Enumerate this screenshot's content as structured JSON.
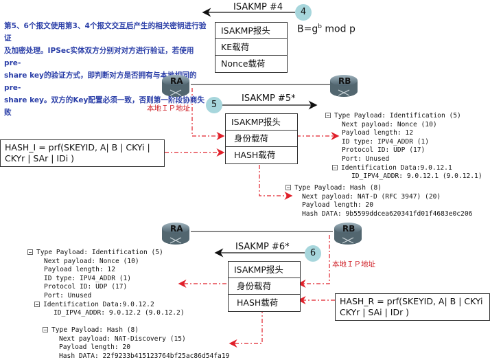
{
  "note": {
    "lines": [
      "第5、6个报文使用第3、4个报文交互后产生的相关密钥进行验证",
      "及加密处理。IPSec实体双方分别对对方进行验证，若使用pre-",
      "share key的验证方式，即判断对方是否拥有与本地相同的pre-",
      "share key。双方的Key配置必须一致，否则第一阶段协商失败"
    ]
  },
  "message4": {
    "label": "ISAKMP #4",
    "step": "4",
    "direction": "left",
    "packet": [
      "ISAKMP报头",
      "KE载荷",
      "Nonce载荷"
    ],
    "formula_base": "B=g",
    "formula_exp": "b",
    "formula_rest": " mod p"
  },
  "routers": {
    "ra": "RA",
    "rb": "RB",
    "local_ip_label": "本地ＩＰ地址"
  },
  "message5": {
    "label": "ISAKMP #5*",
    "step": "5",
    "direction": "right",
    "packet": [
      "ISAKMP报头",
      "身份载荷",
      "HASH载荷"
    ],
    "hash_formula": [
      "HASH_I = prf(SKEYID, A| B | CKYi |",
      "CKYr | SAr | IDi )"
    ],
    "id_payload": {
      "header": "Type Payload: Identification (5)",
      "fields": [
        "Next payload: Nonce (10)",
        "Payload length: 12",
        "ID type: IPV4_ADDR (1)",
        "Protocol ID: UDP (17)",
        "Port: Unused"
      ],
      "sub_header": "Identification Data:9.0.12.1",
      "sub_fields": [
        "ID_IPV4_ADDR: 9.0.12.1 (9.0.12.1)"
      ]
    },
    "hash_payload": {
      "header": "Type Payload: Hash (8)",
      "fields": [
        "Next payload: NAT-D (RFC 3947) (20)",
        "Payload length: 20",
        "Hash DATA: 9b5599ddcea620341fd01f4683e0c206"
      ]
    }
  },
  "message6": {
    "label": "ISAKMP #6*",
    "step": "6",
    "direction": "left",
    "packet": [
      "ISAKMP报头",
      "身份载荷",
      "HASH载荷"
    ],
    "hash_formula": [
      "HASH_R = prf(SKEYID, A| B | CKYi",
      "CKYr | SAi | IDr )"
    ],
    "id_payload": {
      "header": "Type Payload: Identification (5)",
      "fields": [
        "Next payload: Nonce (10)",
        "Payload length: 12",
        "ID type: IPV4_ADDR (1)",
        "Protocol ID: UDP (17)",
        "Port: Unused"
      ],
      "sub_header": "Identification Data:9.0.12.2",
      "sub_fields": [
        "ID_IPV4_ADDR: 9.0.12.2 (9.0.12.2)"
      ]
    },
    "hash_payload": {
      "header": "Type Payload: Hash (8)",
      "fields": [
        "Next payload: NAT-Discovery (15)",
        "Payload length: 20",
        "Hash DATA: 22f9233b415123764bf25ac86d54fa19"
      ]
    }
  },
  "colors": {
    "note_text": "#2b3fa8",
    "local_ip": "#d0242b",
    "dashed_arrow": "#e0202a",
    "badge": "#a7d6dc"
  },
  "expand_icon": "⊟"
}
